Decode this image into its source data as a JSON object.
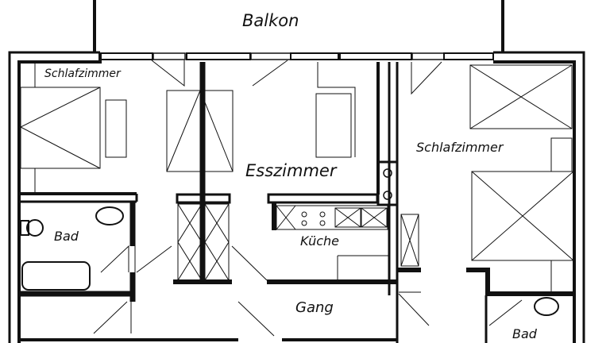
{
  "plan": {
    "rooms": {
      "balcony": "Balkon",
      "bedroom_left": "Schlafzimmer",
      "dining": "Esszimmer",
      "bedroom_right": "Schlafzimmer",
      "bath_left": "Bad",
      "kitchen": "Küche",
      "hallway": "Gang",
      "bath_right": "Bad"
    },
    "colors": {
      "wall": "#111111",
      "background": "#ffffff"
    }
  }
}
